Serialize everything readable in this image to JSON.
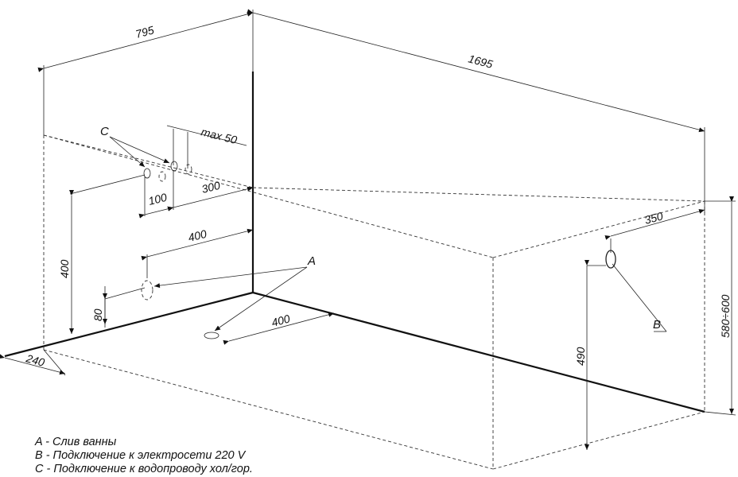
{
  "dimensions": {
    "top_width": "795",
    "top_length": "1695",
    "max_offset": "max 50",
    "c_spacing": "100",
    "c_offset": "300",
    "a_offset_upper": "400",
    "height_c": "400",
    "height_a": "80",
    "floor_drain_offset": "400",
    "floor_edge": "240",
    "b_offset": "350",
    "b_height": "490",
    "tub_height": "580÷600"
  },
  "labels": {
    "a": "A",
    "b": "B",
    "c": "C"
  },
  "legend": [
    "A - Слив ванны",
    "B - Подключение к электросети 220 V",
    "C - Подключение к водопроводу хол/гор."
  ]
}
